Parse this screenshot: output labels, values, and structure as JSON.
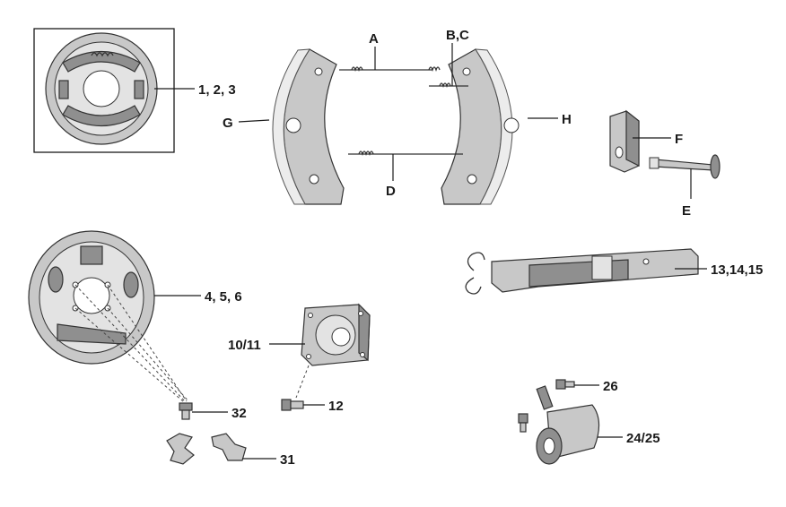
{
  "labels": {
    "backing_plate_assembly": "1, 2, 3",
    "spring_a": "A",
    "spring_bc": "B,C",
    "shoe_g": "G",
    "shoe_h": "H",
    "spring_d": "D",
    "clip_f": "F",
    "pin_e": "E",
    "backing_plate": "4, 5, 6",
    "adjuster": "13,14,15",
    "hub_flange": "10/11",
    "bolt_12": "12",
    "bolt_32": "32",
    "clips_31": "31",
    "bleed_26": "26",
    "wheel_cylinder": "24/25"
  },
  "colors": {
    "ink": "#1a1a1a",
    "metal": "#c8c8c8",
    "metal_dark": "#8f8f8f"
  }
}
